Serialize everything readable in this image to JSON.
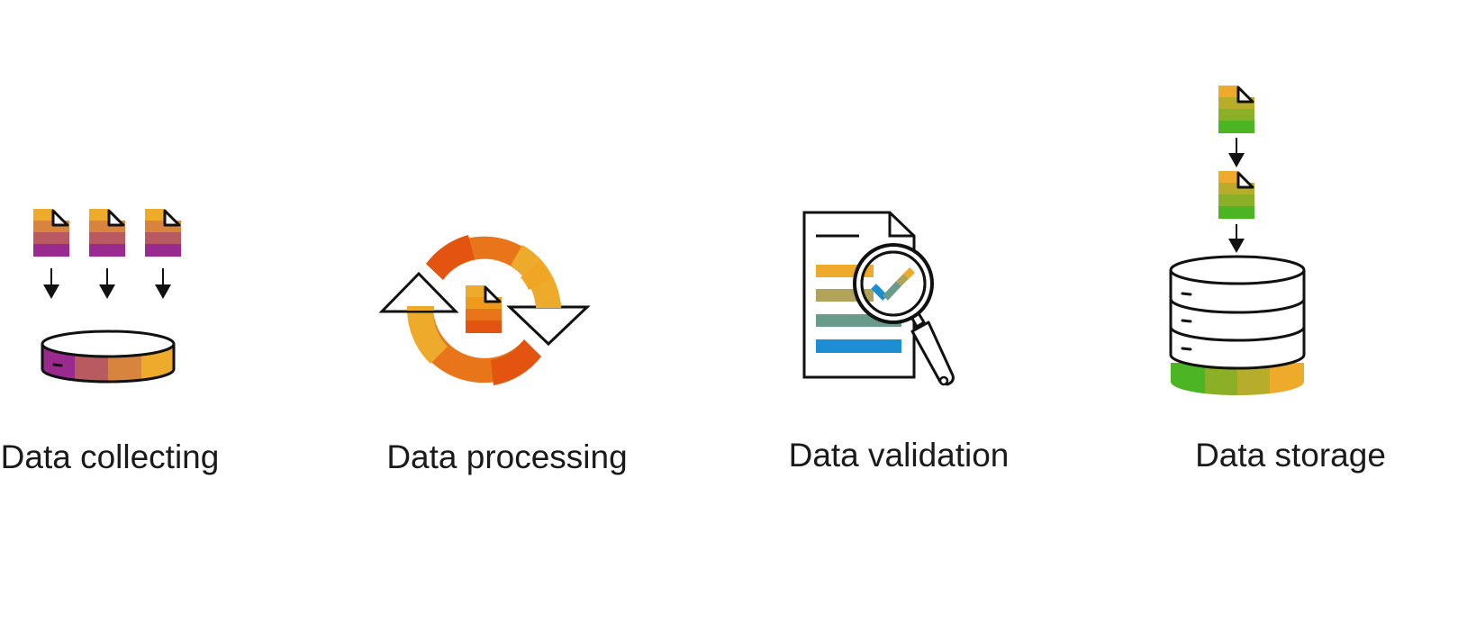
{
  "steps": [
    {
      "id": "collect",
      "label": "Data collecting",
      "icon": "data-collecting-icon"
    },
    {
      "id": "process",
      "label": "Data processing",
      "icon": "data-processing-icon"
    },
    {
      "id": "validate",
      "label": "Data validation",
      "icon": "data-validation-icon"
    },
    {
      "id": "storage",
      "label": "Data storage",
      "icon": "data-storage-icon"
    }
  ],
  "colors": {
    "stroke": "#111111",
    "purple": "#9b2a8f",
    "mauve": "#b85a5f",
    "orange_light": "#d8843f",
    "yellow": "#eeaa2b",
    "orange": "#e8751a",
    "red_orange": "#e2540f",
    "olive": "#b1a45a",
    "teal": "#6a9a8a",
    "blue": "#1b8fd1",
    "green": "#4cb524",
    "green_olive": "#8bb027",
    "olive_yellow": "#b8ad2a"
  }
}
